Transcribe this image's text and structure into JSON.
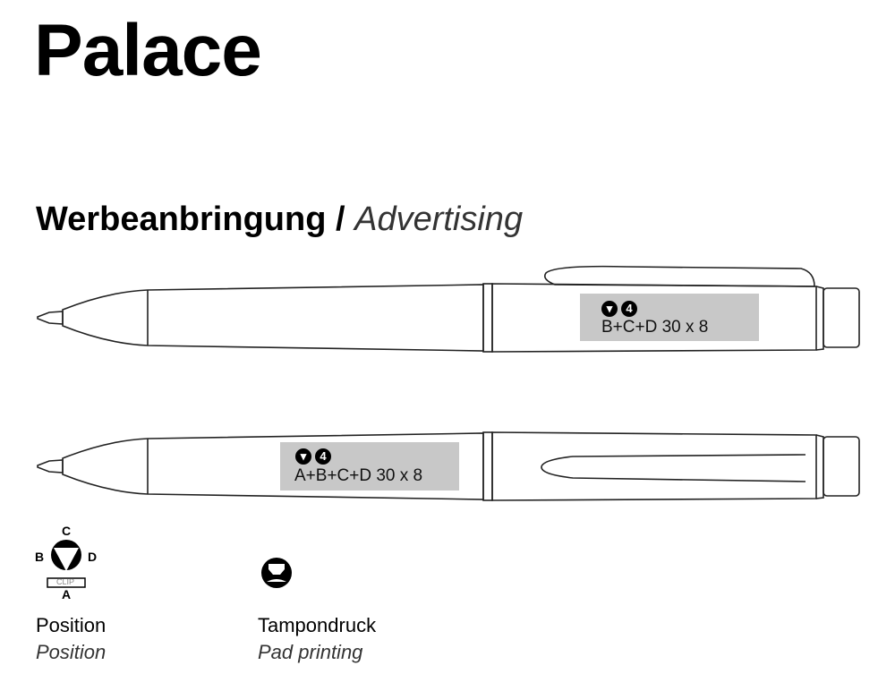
{
  "title": "Palace",
  "subtitle": {
    "de": "Werbeanbringung /",
    "en": "Advertising"
  },
  "imprints": [
    {
      "text": "B+C+D 30 x 8",
      "colors": "4",
      "method_icon": "pad-printing-icon"
    },
    {
      "text": "A+B+C+D 30 x 8",
      "colors": "4",
      "method_icon": "pad-printing-icon"
    }
  ],
  "legend": {
    "position": {
      "de": "Position",
      "en": "Position",
      "labels": {
        "a": "A",
        "b": "B",
        "c": "C",
        "d": "D",
        "clip": "CLIP"
      }
    },
    "pad": {
      "de": "Tampondruck",
      "en": "Pad printing"
    }
  }
}
